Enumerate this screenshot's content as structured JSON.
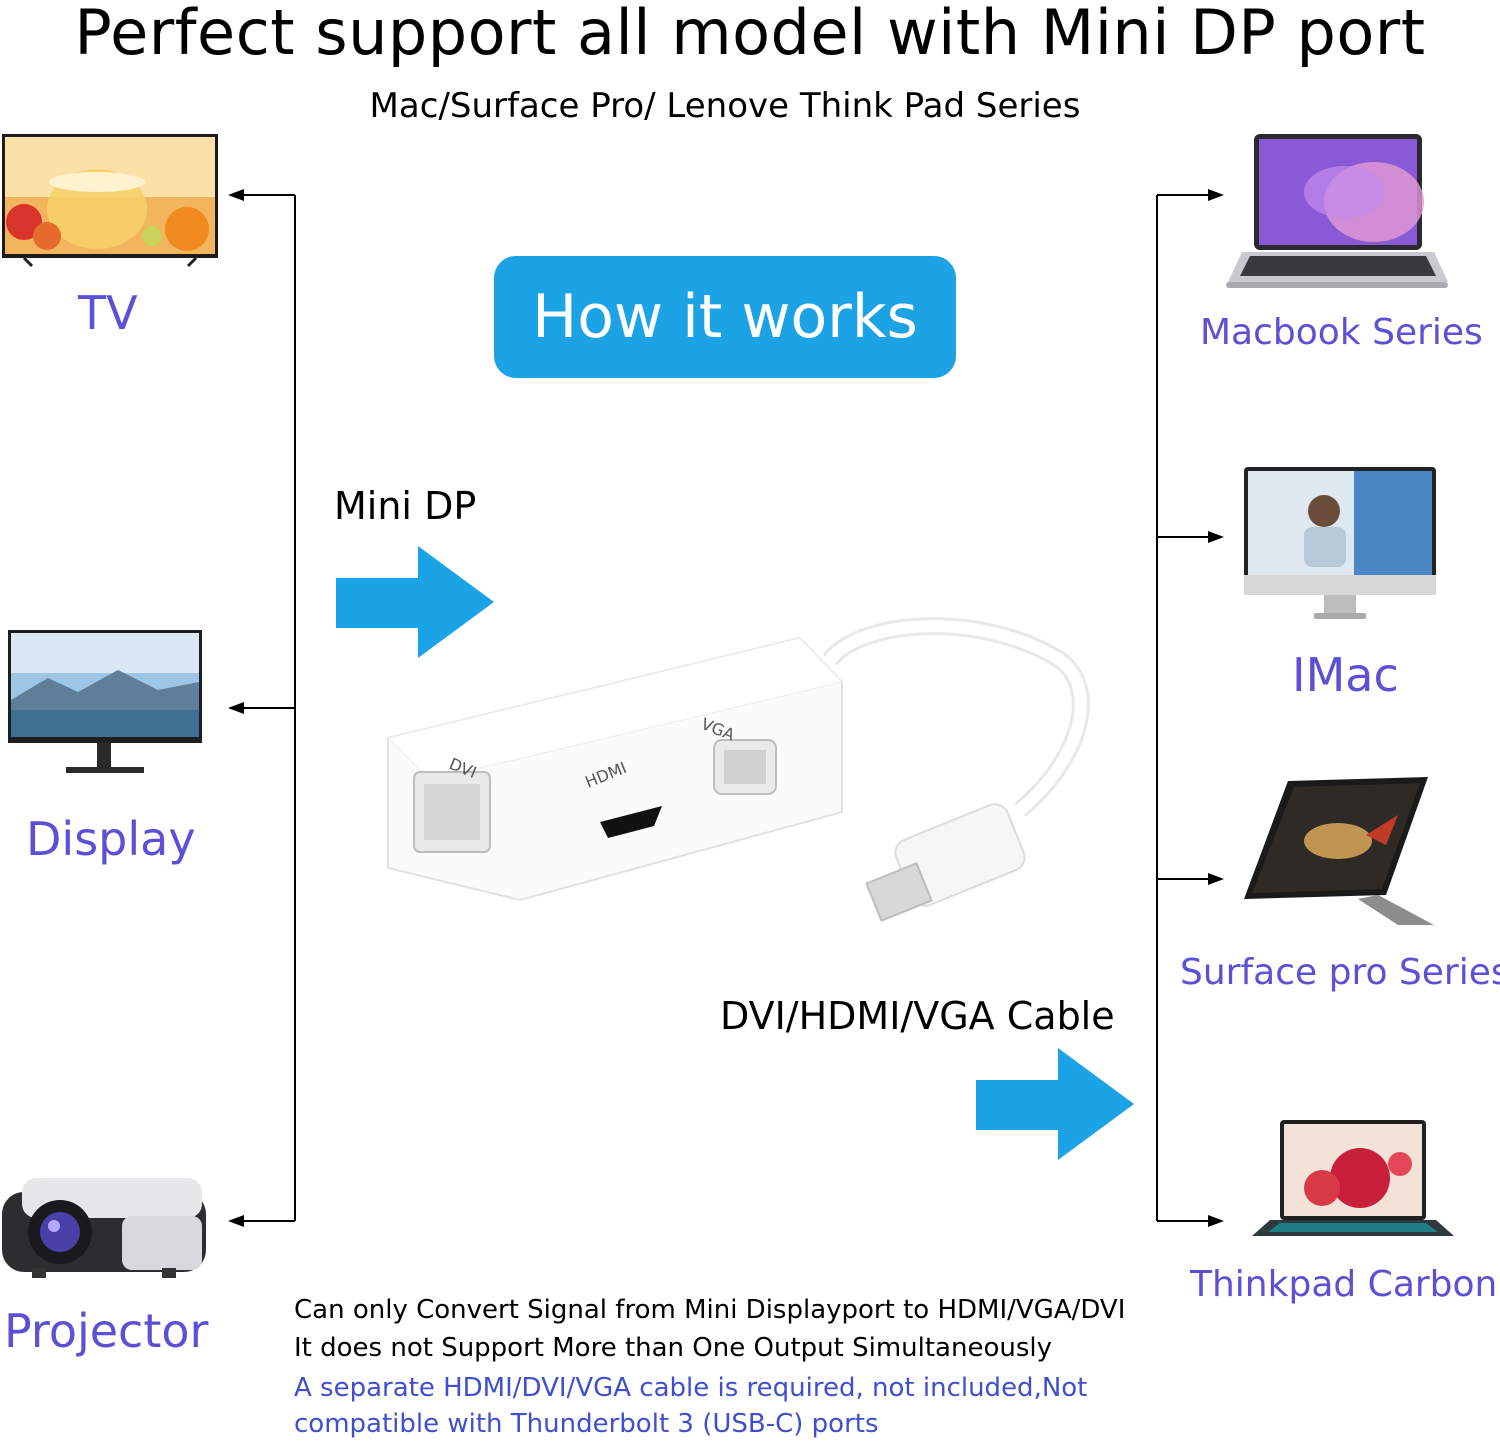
{
  "header": {
    "title": "Perfect support all model with Mini DP port",
    "subtitle": "Mac/Surface Pro/ Lenove Think Pad Series"
  },
  "center": {
    "how_label": "How it works",
    "input_label": "Mini DP",
    "output_label": "DVI/HDMI/VGA Cable",
    "adapter_ports": [
      "DVI",
      "HDMI",
      "VGA"
    ]
  },
  "outputs": [
    {
      "label": "TV",
      "icon": "tv-icon"
    },
    {
      "label": "Display",
      "icon": "monitor-icon"
    },
    {
      "label": "Projector",
      "icon": "projector-icon"
    }
  ],
  "sources": [
    {
      "label": "Macbook Series",
      "icon": "laptop-icon"
    },
    {
      "label": "IMac",
      "icon": "imac-icon"
    },
    {
      "label": "Surface pro Series",
      "icon": "tablet-icon"
    },
    {
      "label": "Thinkpad Carbon",
      "icon": "laptop-icon"
    }
  ],
  "notes": {
    "line1": "Can only Convert Signal from Mini Displayport to HDMI/VGA/DVI",
    "line2": "It does not Support More than One Output Simultaneously",
    "warning1": "A separate HDMI/DVI/VGA cable is required, not included,Not",
    "warning2": "compatible with Thunderbolt 3 (USB-C) ports"
  },
  "colors": {
    "accent_blue": "#1ba3e6",
    "label_purple": "#5b50d6",
    "warning_blue": "#3f4fd0"
  }
}
